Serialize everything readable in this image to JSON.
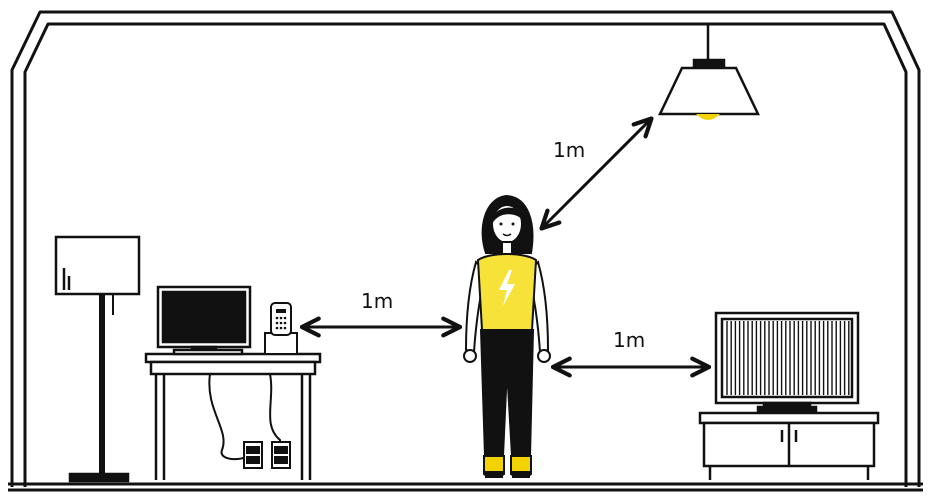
{
  "labels": {
    "lamp_distance": "1m",
    "desk_distance": "1m",
    "tv_distance": "1m"
  },
  "colors": {
    "ink": "#111111",
    "shirt": "#f7e23a",
    "bulb": "#f2d200",
    "background": "#ffffff"
  }
}
